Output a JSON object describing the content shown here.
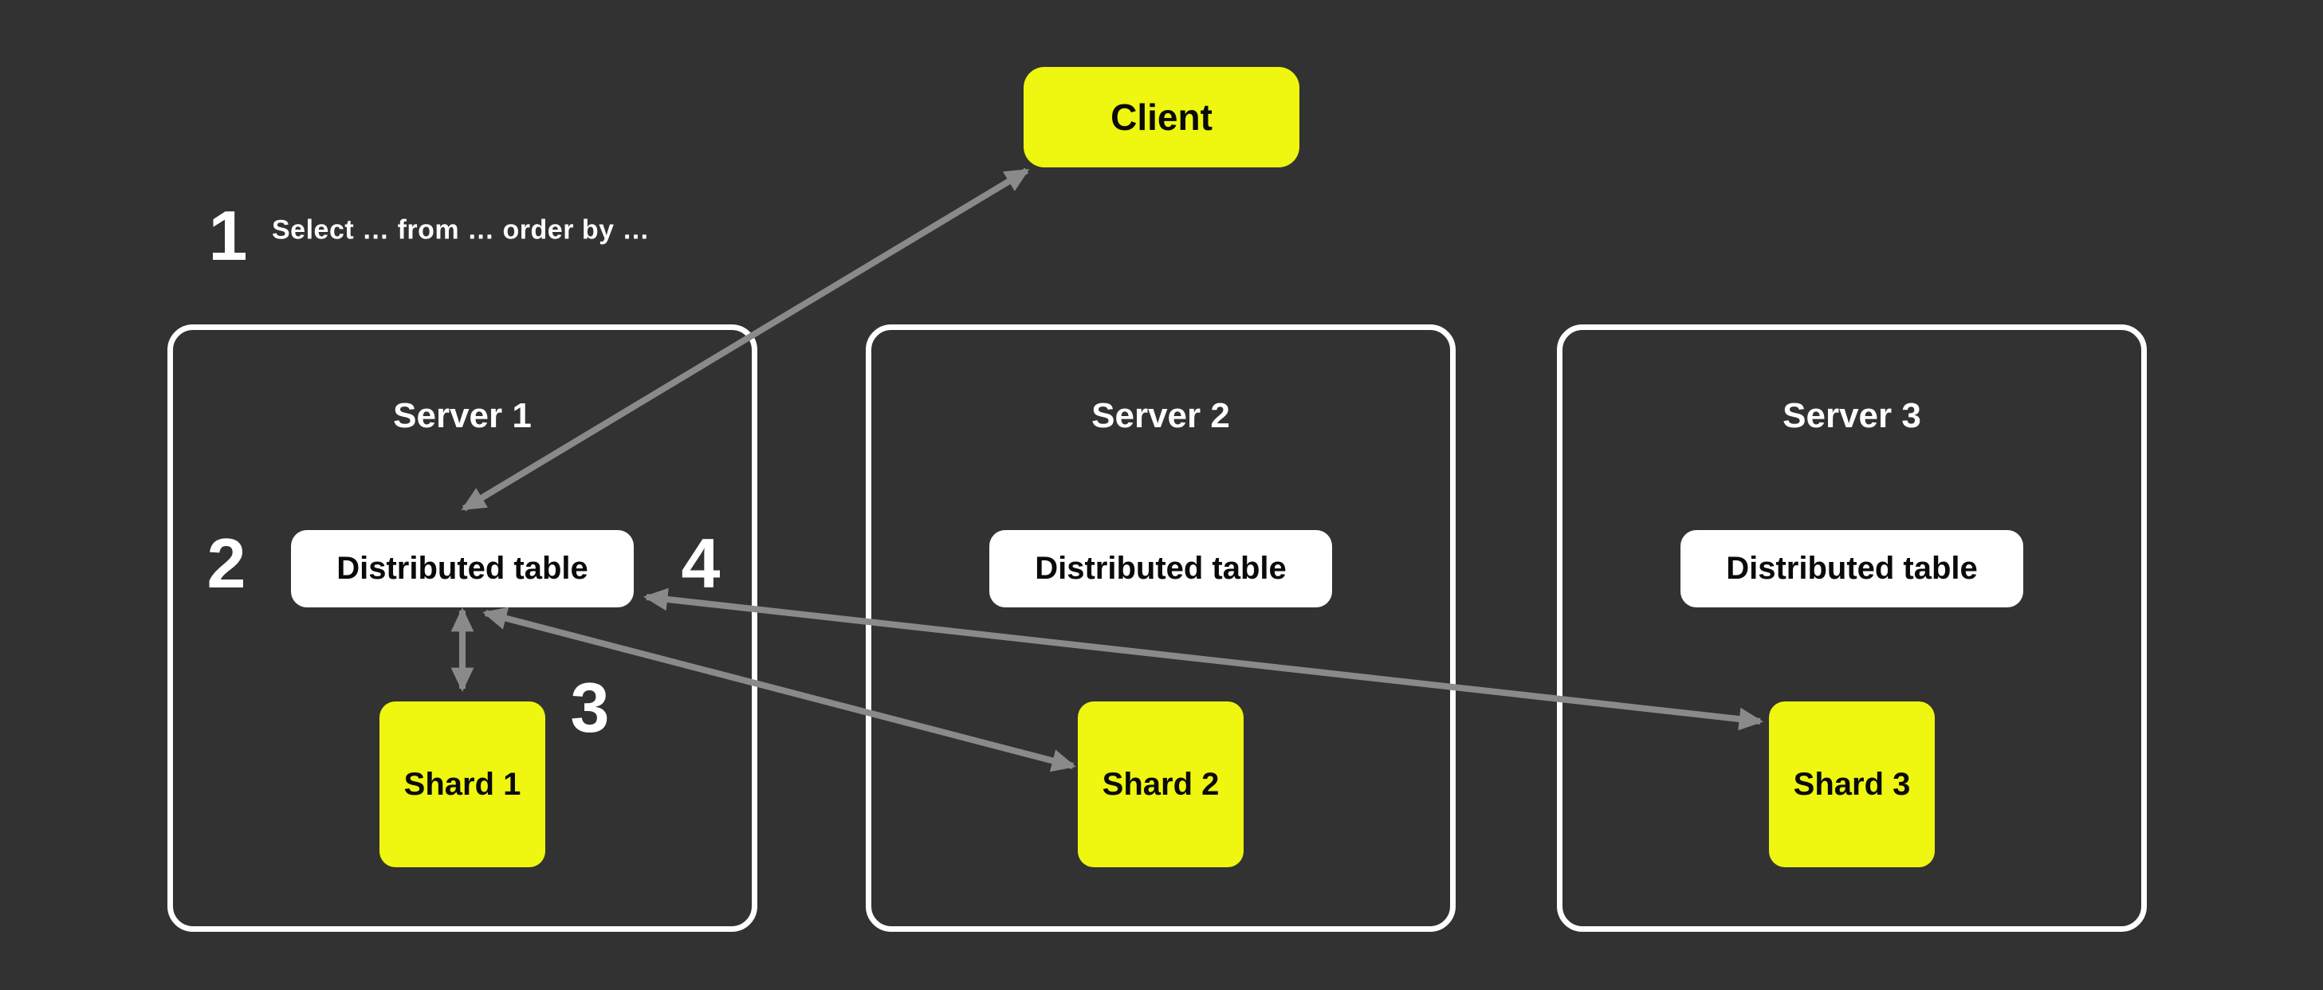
{
  "colors": {
    "background": "#323232",
    "accent_yellow": "#EFF60F",
    "node_white": "#FFFFFF",
    "arrow_gray": "#8A8A8A",
    "text_dark": "#0A0A0A",
    "text_light": "#FFFFFF"
  },
  "client": {
    "label": "Client"
  },
  "steps": [
    {
      "number": "1",
      "text": "Select … from … order by …"
    },
    {
      "number": "2"
    },
    {
      "number": "3"
    },
    {
      "number": "4"
    }
  ],
  "servers": [
    {
      "label": "Server 1",
      "table": "Distributed table",
      "shard": "Shard 1"
    },
    {
      "label": "Server 2",
      "table": "Distributed table",
      "shard": "Shard 2"
    },
    {
      "label": "Server 3",
      "table": "Distributed table",
      "shard": "Shard 3"
    }
  ]
}
